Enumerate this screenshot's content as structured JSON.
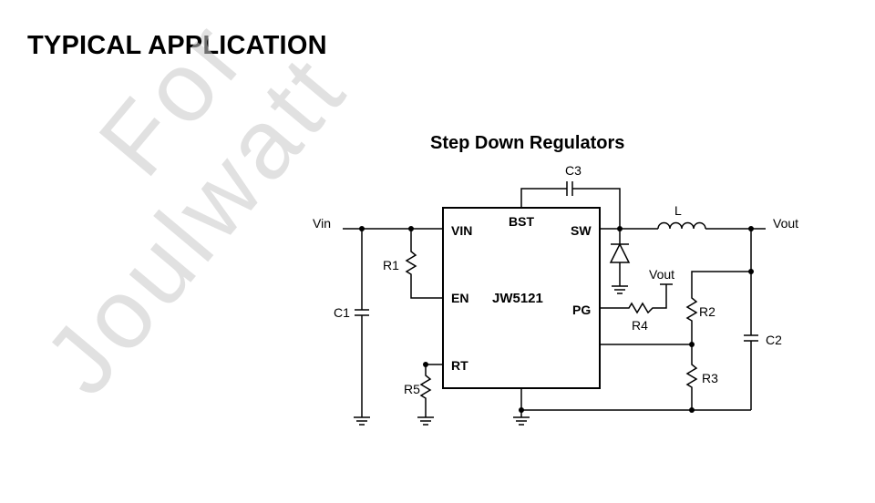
{
  "section_title": "TYPICAL APPLICATION",
  "diagram": {
    "title": "Step Down Regulators",
    "ic": {
      "part_number": "JW5121",
      "pins": {
        "vin": "VIN",
        "bst": "BST",
        "sw": "SW",
        "en": "EN",
        "pg": "PG",
        "rt": "RT"
      }
    },
    "labels": {
      "vin": "Vin",
      "vout": "Vout",
      "vout_pullup": "Vout",
      "c1": "C1",
      "c2": "C2",
      "c3": "C3",
      "r1": "R1",
      "r2": "R2",
      "r3": "R3",
      "r4": "R4",
      "r5": "R5",
      "inductor": "L"
    }
  },
  "watermark": {
    "line1": "For",
    "line2": "Joulwatt"
  }
}
